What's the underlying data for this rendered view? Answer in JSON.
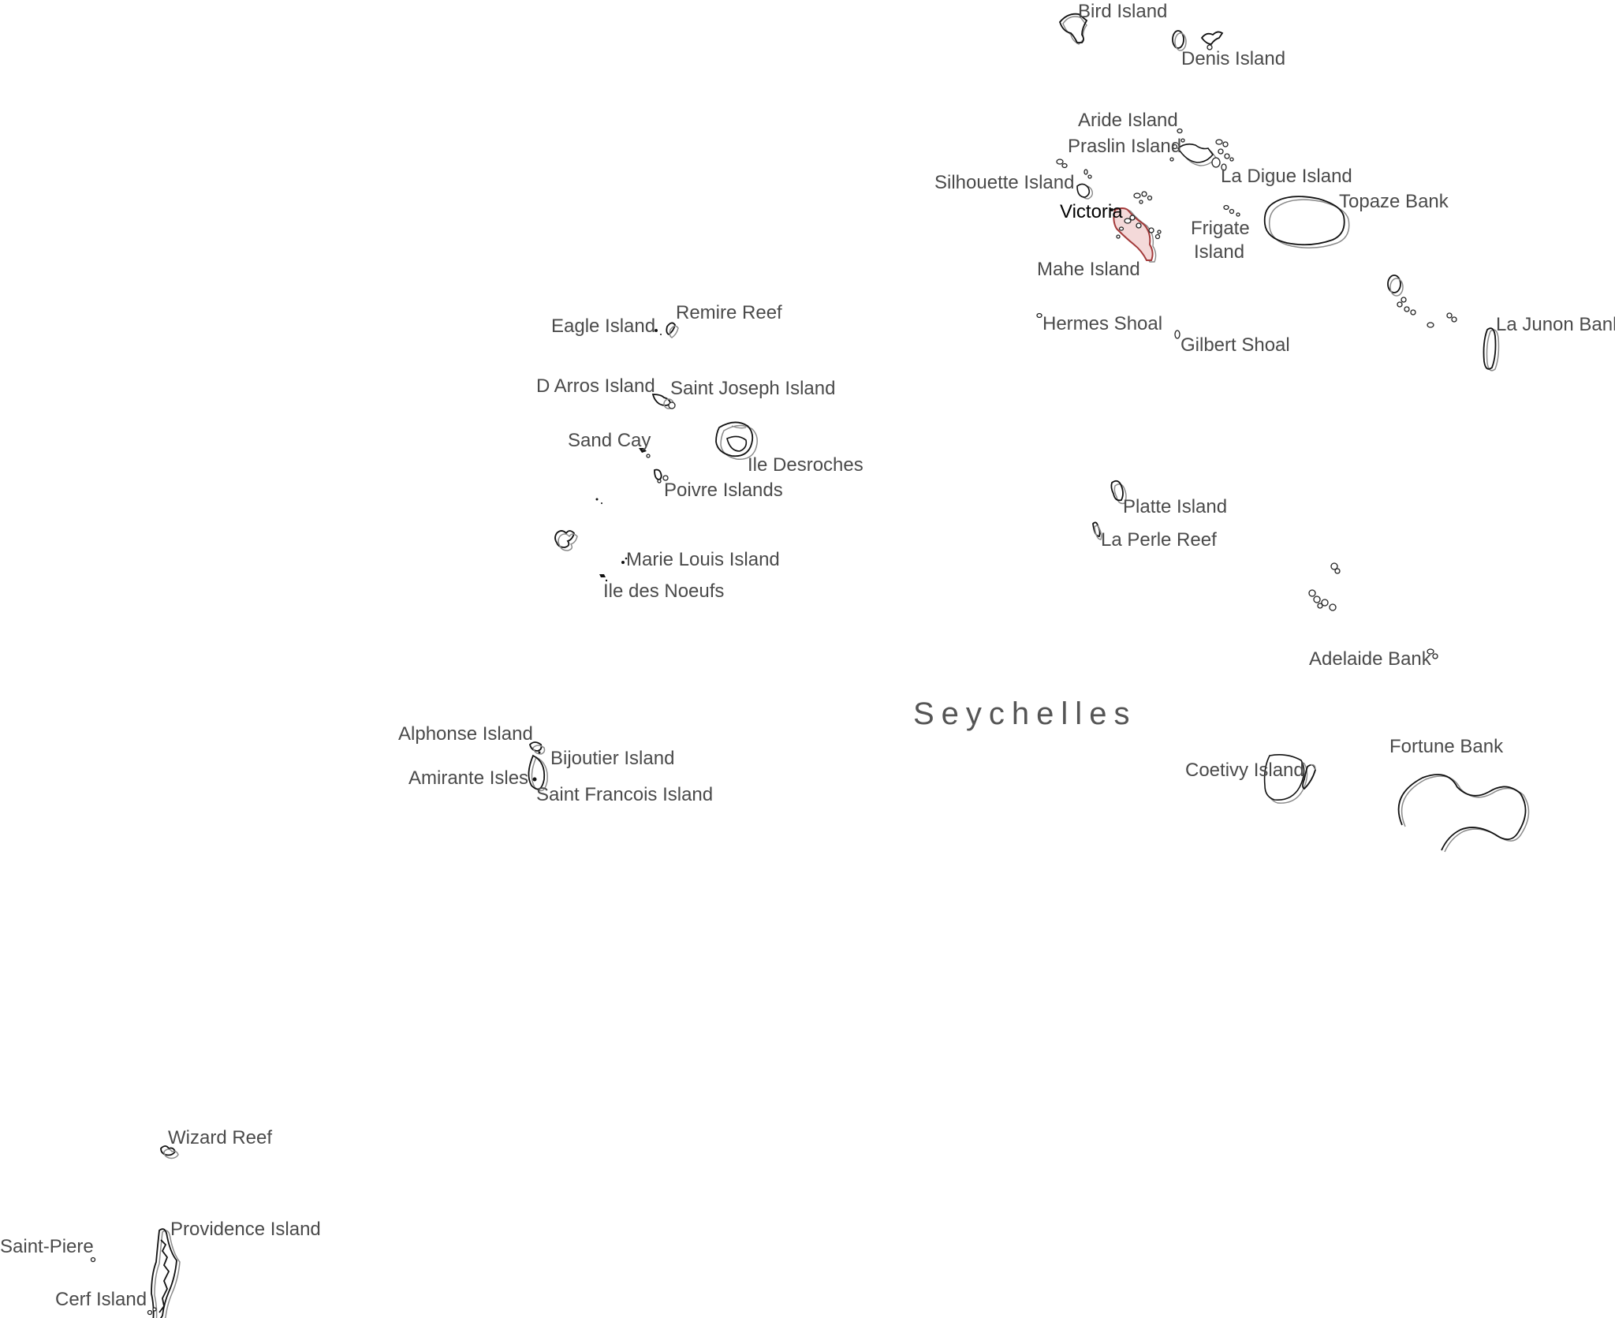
{
  "map": {
    "country": "Seychelles",
    "capital": "Victoria",
    "colors": {
      "background": "#ffffff",
      "outline": "#111111",
      "label": "#4a4a4a",
      "capital_highlight": "#a33a3a"
    },
    "labels": {
      "bird_island": "Bird Island",
      "denis_island": "Denis Island",
      "aride_island": "Aride Island",
      "praslin_island": "Praslin Island",
      "la_digue_island": "La Digue Island",
      "silhouette_island": "Silhouette Island",
      "topaze_bank": "Topaze Bank",
      "frigate_island_1": "Frigate",
      "frigate_island_2": "Island",
      "mahe_island": "Mahe Island",
      "hermes_shoal": "Hermes Shoal",
      "gilbert_shoal": "Gilbert Shoal",
      "la_junon_bank": "La Junon Bank",
      "eagle_island": "Eagle Island",
      "remire_reef": "Remire Reef",
      "d_arros_island": "D Arros Island",
      "saint_joseph_island": "Saint Joseph Island",
      "sand_cay": "Sand Cay",
      "ile_desroches": "Ile Desroches",
      "poivre_islands": "Poivre Islands",
      "platte_island": "Platte Island",
      "la_perle_reef": "La Perle Reef",
      "marie_louis_island": "Marie Louis Island",
      "ile_des_noeufs": "Ile des Noeufs",
      "adelaide_bank": "Adelaide Bank",
      "alphonse_island": "Alphonse Island",
      "bijoutier_island": "Bijoutier Island",
      "amirante_isles": "Amirante Isles",
      "saint_francois_island": "Saint Francois Island",
      "coetivy_island": "Coetivy Island",
      "fortune_bank": "Fortune Bank",
      "wizard_reef": "Wizard Reef",
      "providence_island": "Providence Island",
      "saint_piere": "Saint-Piere",
      "cerf_island": "Cerf Island"
    }
  }
}
